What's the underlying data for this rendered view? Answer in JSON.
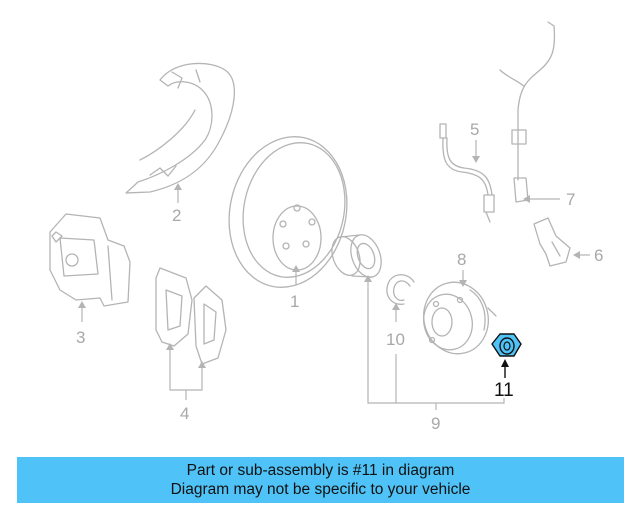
{
  "diagram": {
    "callouts": [
      "1",
      "2",
      "3",
      "4",
      "5",
      "6",
      "7",
      "8",
      "9",
      "10",
      "11"
    ],
    "highlighted_part": "11",
    "highlight_color": "#4fc3f7"
  },
  "banner": {
    "line1": "Part or sub-assembly is #11 in diagram",
    "line2": "Diagram may not be specific to your vehicle",
    "background": "#4fc3f7"
  }
}
